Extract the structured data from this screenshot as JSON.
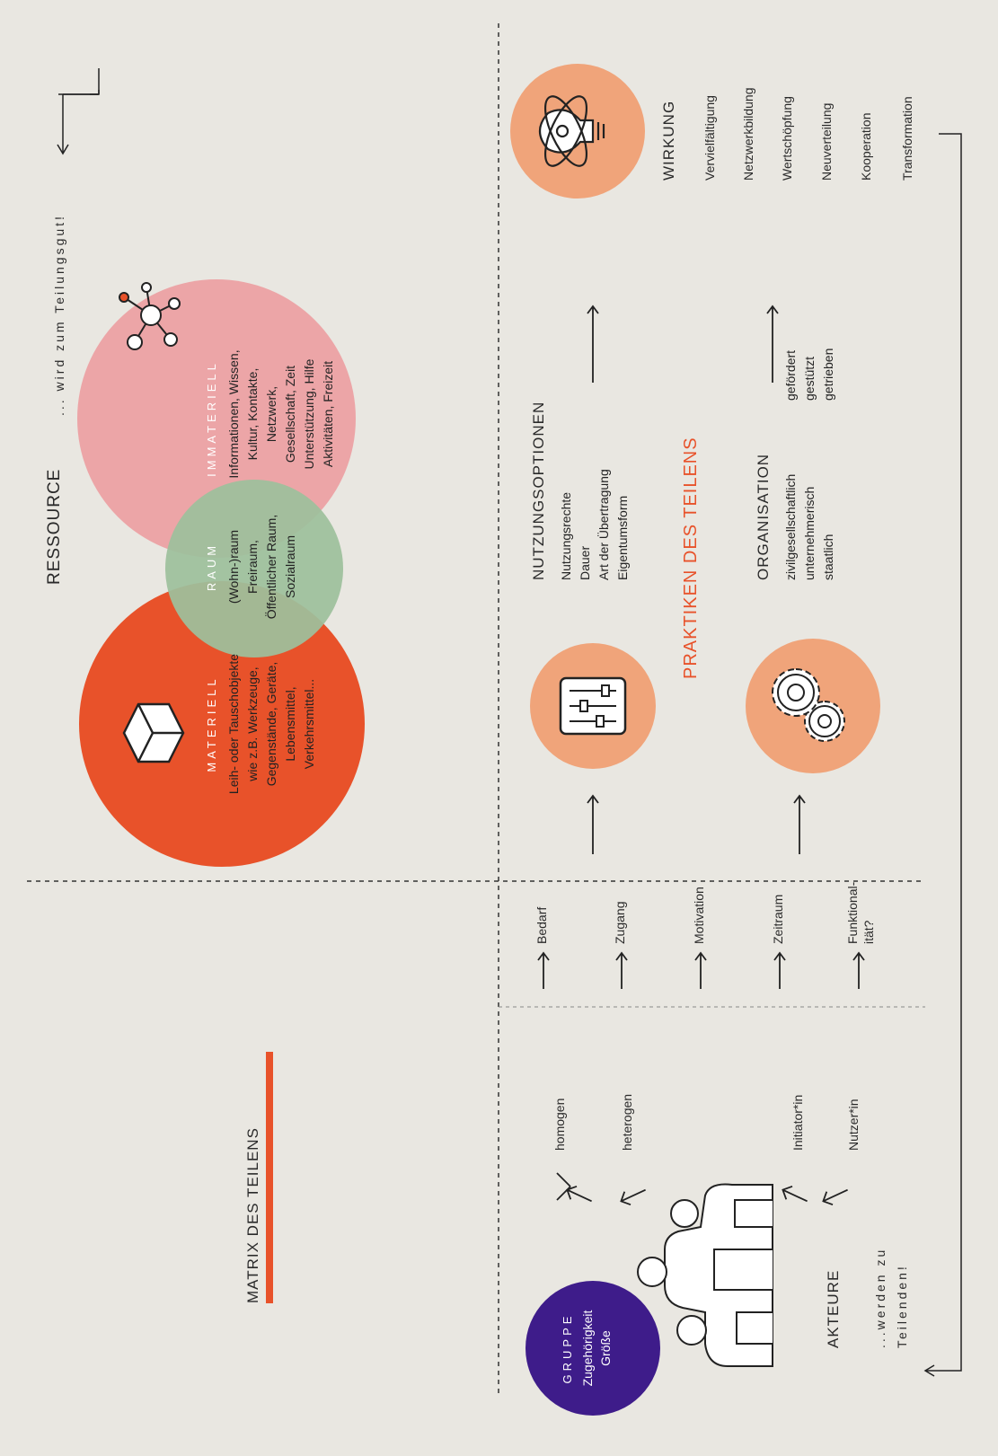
{
  "title": "MATRIX DES TEILENS",
  "ressource": {
    "title": "RESSOURCE",
    "subtitle": "... wird zum Teilungsgut!",
    "materiell": {
      "label": "MATERIELL",
      "text": [
        "Leih- oder Tauschobjekte",
        "wie z.B. Werkzeuge,",
        "Gegenstände, Geräte,",
        "Lebensmittel,",
        "Verkehrsmittel..."
      ]
    },
    "raum": {
      "label": "RAUM",
      "text": [
        "(Wohn-)raum",
        "Freiraum,",
        "Öffentlicher Raum,",
        "Sozialraum"
      ]
    },
    "immateriell": {
      "label": "IMMATERIELL",
      "text": [
        "Informationen, Wissen,",
        "Kultur, Kontakte,",
        "Netzwerk,",
        "Gesellschaft, Zeit",
        "Unterstützung, Hilfe",
        "Aktivitäten, Freizeit"
      ]
    }
  },
  "akteure": {
    "title": "AKTEURE",
    "subtitle": [
      "...werden zu",
      "Teilenden!"
    ],
    "gruppe": {
      "label": "GRUPPE",
      "lines": [
        "Zugehörigkeit",
        "Größe"
      ]
    },
    "branches": [
      "homogen",
      "heterogen",
      "Initiator*in",
      "Nutzer*in"
    ]
  },
  "criteria": [
    "Bedarf",
    "Zugang",
    "Motivation",
    "Zeitraum",
    "Funktional-",
    "ität?"
  ],
  "praktiken": {
    "title": "PRAKTIKEN DES TEILENS",
    "nutzung": {
      "title": "NUTZUNGSOPTIONEN",
      "items": [
        "Nutzungsrechte",
        "Dauer",
        "Art der Übertragung",
        "Eigentumsform"
      ]
    },
    "organisation": {
      "title": "ORGANISATION",
      "items": [
        "zivilgesellschaftlich",
        "unternehmerisch",
        "staatlich"
      ],
      "support": [
        "gefördert",
        "gestützt",
        "getrieben"
      ]
    }
  },
  "wirkung": {
    "title": "WIRKUNG",
    "items": [
      "Vervielfältigung",
      "Netzwerkbildung",
      "Wertschöpfung",
      "Neuverteilung",
      "Kooperation",
      "Transformation"
    ]
  },
  "colors": {
    "background": "#e9e7e1",
    "materiell": "#e8522a",
    "raum": "#9dbf9c",
    "immateriell": "#eca5a7",
    "gruppe": "#3e1c8a",
    "icon_circle": "#f0a47a",
    "accent": "#e8522a"
  },
  "icons": [
    "cube-icon",
    "network-icon",
    "people-icon",
    "sliders-icon",
    "gears-icon",
    "lightbulb-icon"
  ]
}
